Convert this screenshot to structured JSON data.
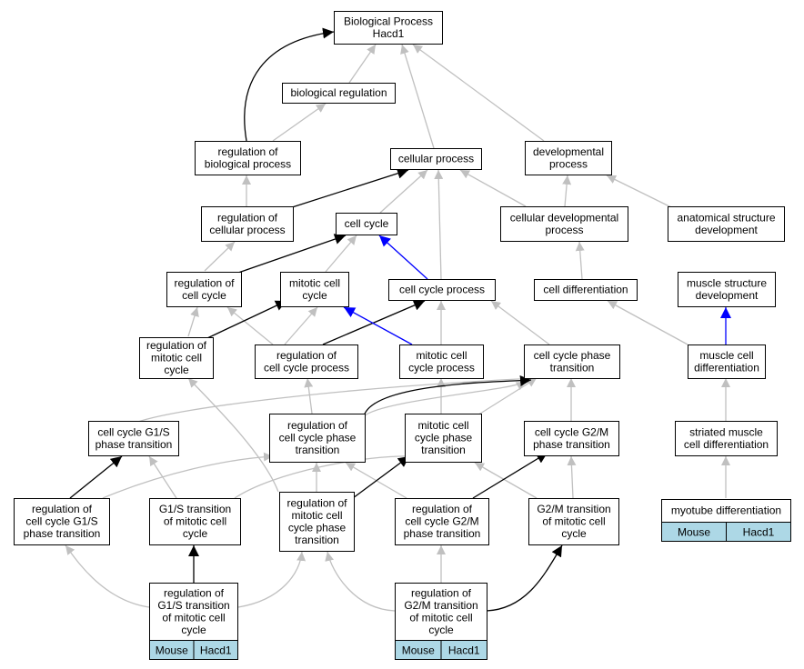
{
  "colors": {
    "grey": "#c0c0c0",
    "black": "#000000",
    "blue": "#0000ff",
    "tag": "#add8e6"
  },
  "nodes": {
    "bp": [
      "Biological Process",
      "Hacd1"
    ],
    "bioreg": [
      "biological regulation"
    ],
    "regbio": [
      "regulation of",
      "biological process"
    ],
    "cellproc": [
      "cellular process"
    ],
    "devproc": [
      "developmental",
      "process"
    ],
    "regcell": [
      "regulation of",
      "cellular process"
    ],
    "cellcycle": [
      "cell cycle"
    ],
    "celldev": [
      "cellular developmental",
      "process"
    ],
    "anat": [
      "anatomical structure",
      "development"
    ],
    "regcc": [
      "regulation of",
      "cell cycle"
    ],
    "mitcc": [
      "mitotic cell",
      "cycle"
    ],
    "ccproc": [
      "cell cycle process"
    ],
    "celldiff": [
      "cell differentiation"
    ],
    "muscdev": [
      "muscle structure",
      "development"
    ],
    "regmit": [
      "regulation of",
      "mitotic cell",
      "cycle"
    ],
    "regccp": [
      "regulation of",
      "cell cycle process"
    ],
    "mitccp": [
      "mitotic cell",
      "cycle process"
    ],
    "ccpt": [
      "cell cycle phase",
      "transition"
    ],
    "muscdiff": [
      "muscle cell",
      "differentiation"
    ],
    "g1s": [
      "cell cycle G1/S",
      "phase transition"
    ],
    "regccpt": [
      "regulation of",
      "cell cycle phase",
      "transition"
    ],
    "mitccpt": [
      "mitotic cell",
      "cycle phase",
      "transition"
    ],
    "g2m": [
      "cell cycle G2/M",
      "phase transition"
    ],
    "striated": [
      "striated muscle",
      "cell differentiation"
    ],
    "regg1s": [
      "regulation of",
      "cell cycle G1/S",
      "phase transition"
    ],
    "g1smit": [
      "G1/S transition",
      "of mitotic cell",
      "cycle"
    ],
    "regmitpt": [
      "regulation of",
      "mitotic cell",
      "cycle phase",
      "transition"
    ],
    "regg2m": [
      "regulation of",
      "cell cycle G2/M",
      "phase transition"
    ],
    "g2mmit": [
      "G2/M transition",
      "of mitotic cell",
      "cycle"
    ],
    "myotube": [
      "myotube differentiation"
    ],
    "regg1smit": [
      "regulation of",
      "G1/S transition",
      "of mitotic cell",
      "cycle"
    ],
    "regg2mmit": [
      "regulation of",
      "G2/M transition",
      "of mitotic cell",
      "cycle"
    ]
  },
  "annotations": {
    "myotube": [
      "Mouse",
      "Hacd1"
    ],
    "regg1smit": [
      "Mouse",
      "Hacd1"
    ],
    "regg2mmit": [
      "Mouse",
      "Hacd1"
    ]
  }
}
